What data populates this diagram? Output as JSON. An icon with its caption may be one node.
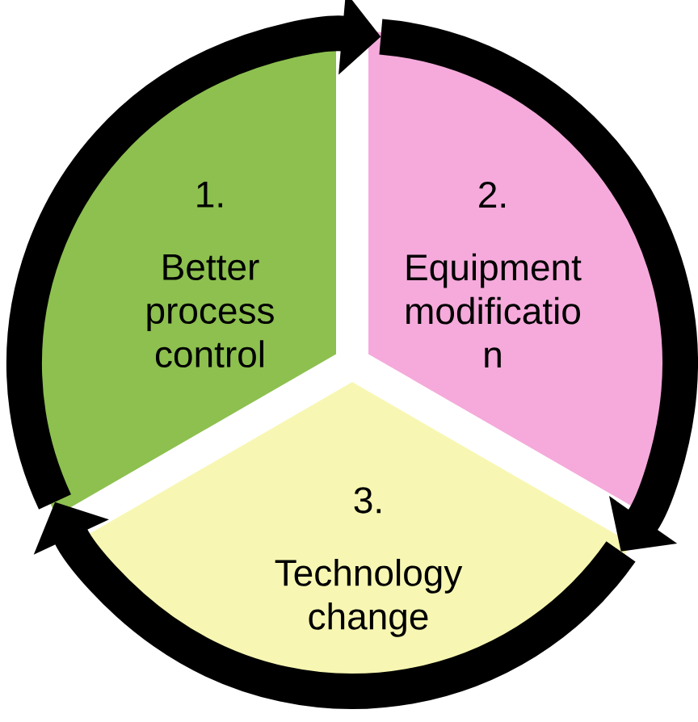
{
  "diagram": {
    "nodes": [
      {
        "text": [
          "1.",
          "Better process control"
        ]
      },
      {
        "text": [
          "2.",
          "Equipment modificatio n"
        ]
      },
      {
        "text": [
          "3.",
          "Technology change"
        ]
      }
    ],
    "edges": [
      {
        "from": 0,
        "to": 1,
        "arrow": "to"
      },
      {
        "from": 1,
        "to": 2,
        "arrow": "to"
      },
      {
        "from": 2,
        "to": 0,
        "arrow": "to"
      }
    ]
  }
}
